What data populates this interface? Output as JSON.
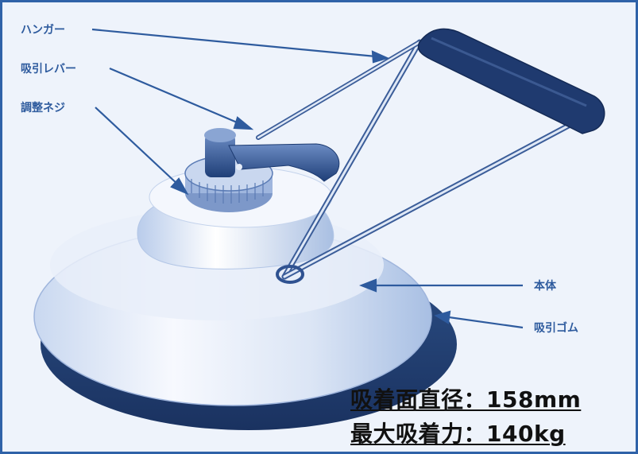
{
  "labels": {
    "hanger": "ハンガー",
    "suction_lever": "吸引レバー",
    "adjust_screw": "調整ネジ",
    "body": "本体",
    "suction_rubber": "吸引ゴム"
  },
  "specs": {
    "diameter": "吸着面直径：158mm",
    "max_force": "最大吸着力：140kg"
  }
}
